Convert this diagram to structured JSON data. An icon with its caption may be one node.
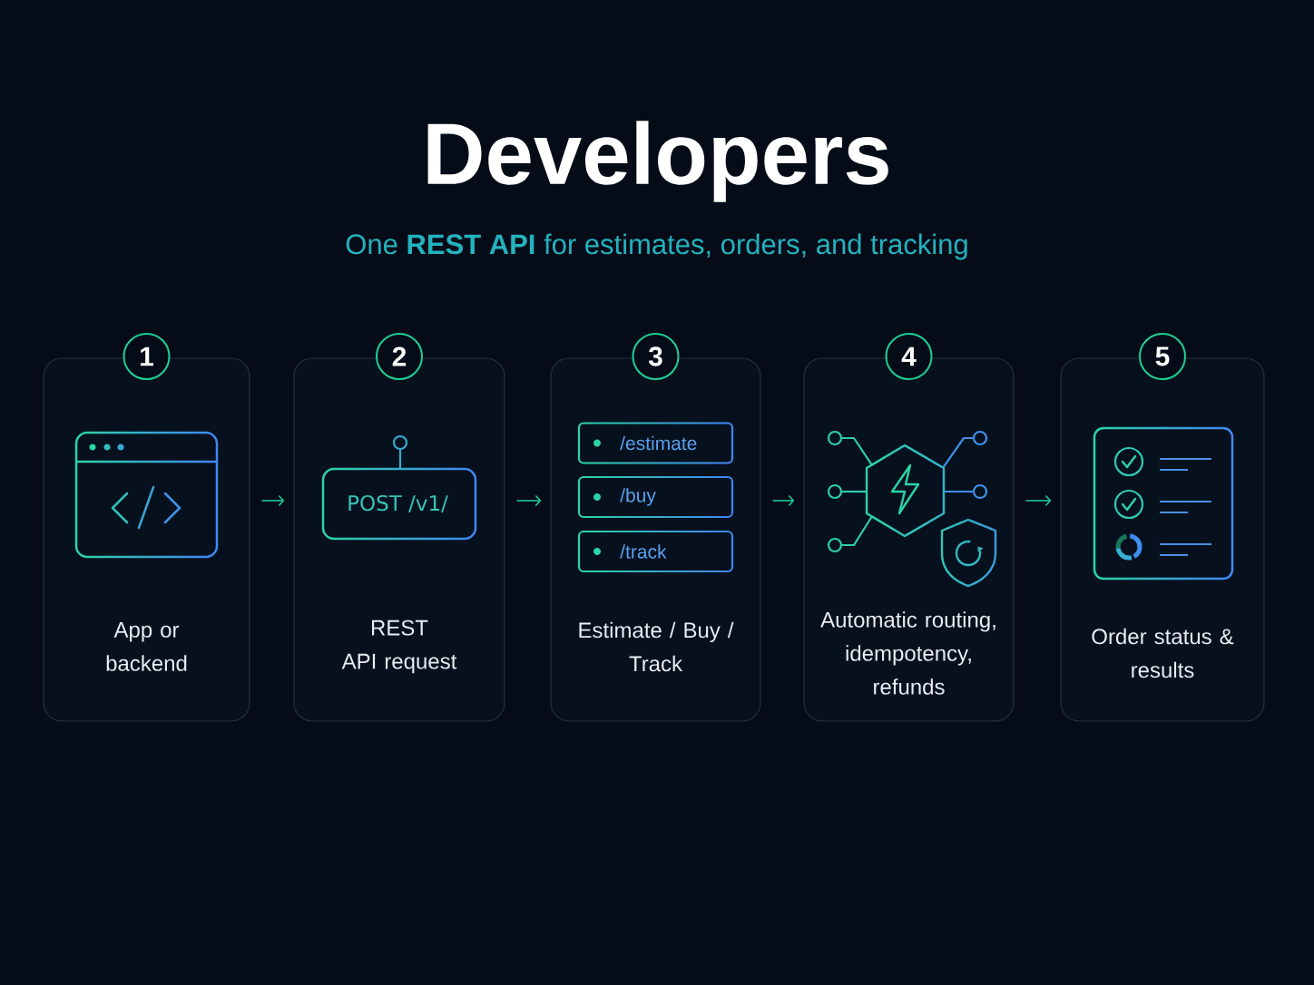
{
  "diagram": {
    "title": "Developers",
    "nodes": [
      {
        "text": [
          "1",
          "App or backend"
        ]
      },
      {
        "text": [
          "2",
          "REST API request"
        ]
      },
      {
        "text": [
          "POST /v1/"
        ],
        "in": 1
      },
      {
        "text": [
          "3",
          "Estimate / Buy / Track"
        ]
      },
      {
        "text": [
          "/estimate"
        ],
        "in": 3
      },
      {
        "text": [
          "/buy"
        ],
        "in": 3
      },
      {
        "text": [
          "/track"
        ],
        "in": 3
      },
      {
        "text": [
          "4",
          "Automatic routing, idempotency, refunds"
        ]
      },
      {
        "text": [
          "5",
          "Order status & results"
        ]
      }
    ],
    "edges": [
      {
        "from": 0,
        "to": 1,
        "arrow": "to"
      },
      {
        "from": 1,
        "to": 3,
        "arrow": "to"
      },
      {
        "from": 3,
        "to": 7,
        "arrow": "to"
      },
      {
        "from": 7,
        "to": 8,
        "arrow": "to"
      }
    ],
    "labels": [
      "One **REST API** for estimates, orders, and tracking"
    ]
  }
}
